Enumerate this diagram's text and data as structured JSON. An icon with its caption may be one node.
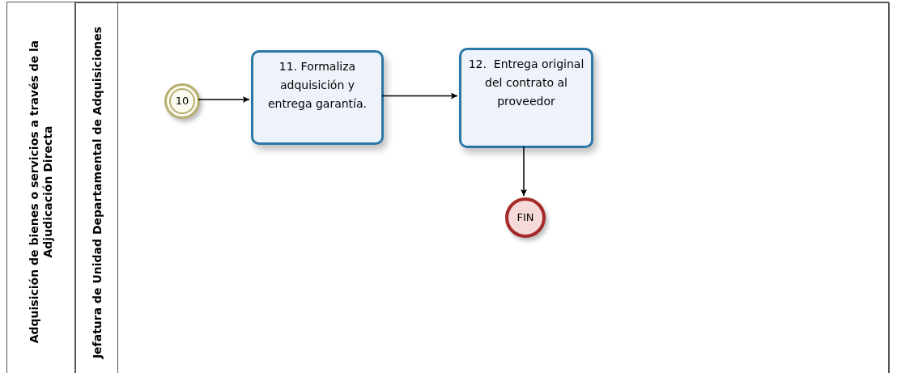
{
  "diagram": {
    "nodes": [
      {
        "text": [
          "Adquisición de bienes o servicios a través de la Adjudicación Directa"
        ]
      },
      {
        "text": [
          "Jefatura de Unidad Departamental de Adquisiciones"
        ],
        "in": 0
      },
      {
        "text": [
          "10"
        ],
        "in": 1
      },
      {
        "text": [
          "11. Formaliza adquisición y entrega garantía."
        ],
        "in": 1
      },
      {
        "text": [
          "12.  Entrega original del contrato al proveedor"
        ],
        "in": 1
      },
      {
        "text": [
          "FIN"
        ],
        "in": 1
      }
    ],
    "edges": [
      {
        "from": 2,
        "to": 3,
        "arrow": "to"
      },
      {
        "from": 3,
        "to": 4,
        "arrow": "to"
      },
      {
        "from": 4,
        "to": 5,
        "arrow": "to"
      }
    ]
  }
}
